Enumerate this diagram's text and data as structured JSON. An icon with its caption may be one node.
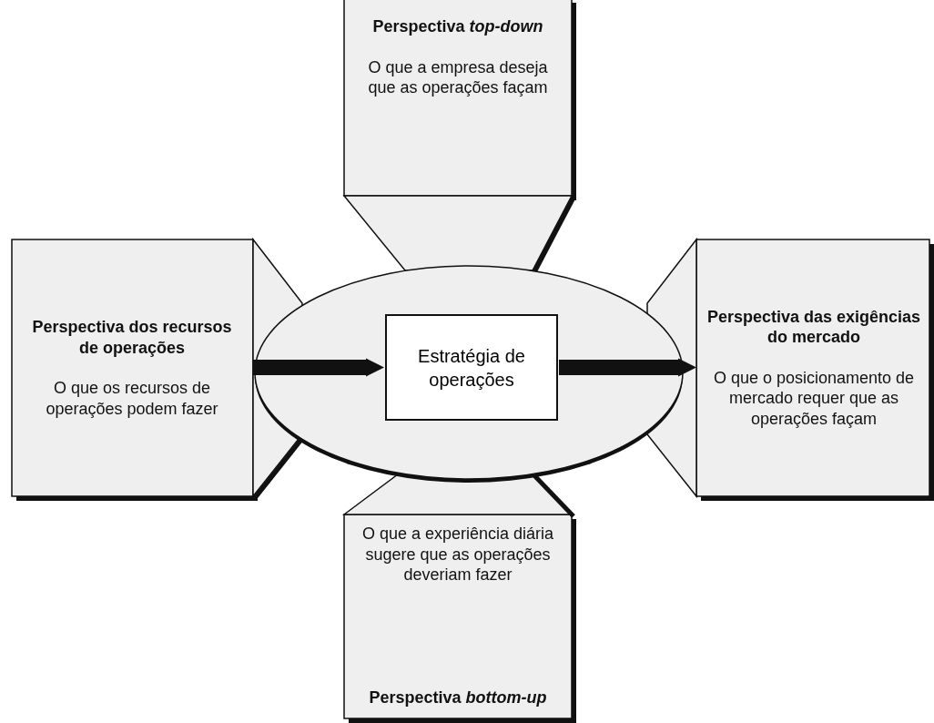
{
  "diagram": {
    "nodes": [
      {
        "text": [
          "Perspectiva *top-down*",
          "O que a empresa deseja que as operações façam"
        ]
      },
      {
        "text": [
          "Perspectiva dos recursos de operações",
          "O que os recursos de operações podem fazer"
        ]
      },
      {
        "text": [],
        "shape": "ellipse"
      },
      {
        "text": [
          "Estratégia de operações"
        ],
        "in": 2
      },
      {
        "text": [
          "Perspectiva das exigências do mercado",
          "O que o posicionamento de mercado requer que as operações façam"
        ]
      },
      {
        "text": [
          "O que a experiência diária sugere que as operações deveriam fazer",
          "Perspectiva *bottom-up*"
        ]
      }
    ],
    "edges": [
      {
        "from": 1,
        "to": 3,
        "arrow": "to"
      },
      {
        "from": 3,
        "to": 4,
        "arrow": "to"
      }
    ]
  }
}
